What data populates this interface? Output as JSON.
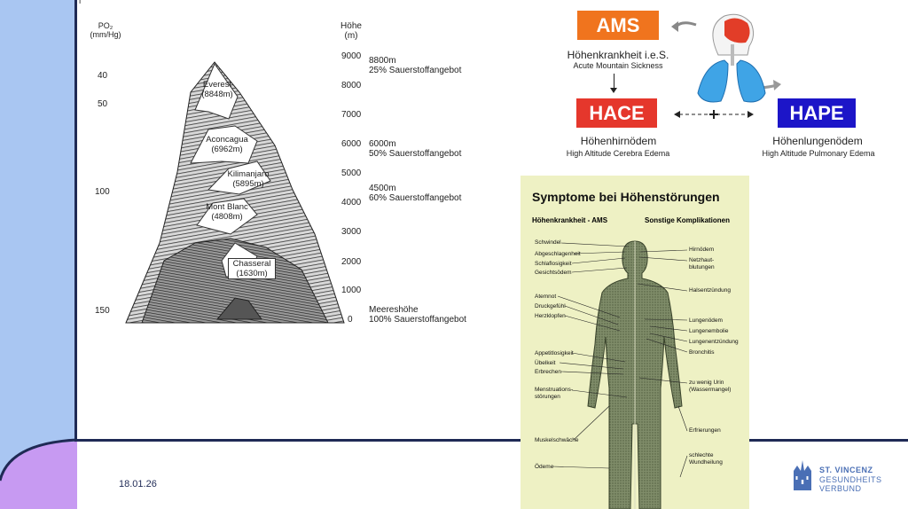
{
  "colors": {
    "sidebar": "#a9c6f2",
    "navy": "#1f2a55",
    "accent_purple": "#c79af2",
    "ams_orange": "#f0741e",
    "hace_red": "#e5372c",
    "hape_blue": "#1c15c8",
    "panel_bg": "#eef1c4",
    "logo_blue": "#4a6fb5"
  },
  "slide_header": {
    "corner_mark": "i"
  },
  "mountain": {
    "left_axis": {
      "title": "PO₂\n(mm/Hg)",
      "ticks": [
        "40",
        "50",
        "100",
        "150"
      ]
    },
    "right_axis": {
      "title": "Höhe\n(m)",
      "ticks": [
        "9000",
        "8000",
        "7000",
        "6000",
        "5000",
        "4000",
        "3000",
        "2000",
        "1000",
        "0"
      ]
    },
    "levels": [
      {
        "height": "8800m",
        "note": "25% Sauerstoffangebot"
      },
      {
        "height": "6000m",
        "note": "50% Sauerstoffangebot"
      },
      {
        "height": "4500m",
        "note": "60% Sauerstoffangebot"
      },
      {
        "height": "Meereshöhe",
        "note": "100% Sauerstoffangebot"
      }
    ],
    "peaks": [
      {
        "name": "Everest",
        "alt": "(8848m)"
      },
      {
        "name": "Aconcagua",
        "alt": "(6962m)"
      },
      {
        "name": "Kilimanjaro",
        "alt": "(5895m)"
      },
      {
        "name": "Mont Blanc",
        "alt": "(4808m)"
      },
      {
        "name": "Chasseral",
        "alt": "(1630m)"
      }
    ]
  },
  "diagram": {
    "ams": {
      "label": "AMS",
      "title": "Höhenkrankheit i.e.S.",
      "subtitle": "Acute Mountain Sickness"
    },
    "hace": {
      "label": "HACE",
      "title": "Höhenhirnödem",
      "subtitle": "High Altitude Cerebra Edema"
    },
    "hape": {
      "label": "HAPE",
      "title": "Höhenlungenödem",
      "subtitle": "High Altitude Pulmonary Edema"
    }
  },
  "symptoms": {
    "title": "Symptome bei Höhenstörungen",
    "left_header": "Höhenkrankheit - AMS",
    "right_header": "Sonstige Komplikationen",
    "left_items": [
      "Schwindel",
      "Abgeschlagenheit",
      "Schlaflosigkeit",
      "Gesichtsödem",
      "Atemnot",
      "Druckgefühl",
      "Herzklopfen",
      "Appetitlosigkeit",
      "Übelkeit",
      "Erbrechen",
      "Menstruations-\nstörungen",
      "Muskelschwäche",
      "Ödeme"
    ],
    "right_items": [
      "Hirnödem",
      "Netzhaut-\nblutungen",
      "Halsentzündung",
      "Lungenödem",
      "Lungenembolie",
      "Lungenentzündung",
      "Bronchitis",
      "zu wenig Urin\n(Wassermangel)",
      "Erfrierungen",
      "schlechte\nWundheilung"
    ]
  },
  "footer": {
    "date": "18.01.26",
    "logo_line1": "ST. VINCENZ",
    "logo_line2": "GESUNDHEITS",
    "logo_line3": "VERBUND"
  }
}
